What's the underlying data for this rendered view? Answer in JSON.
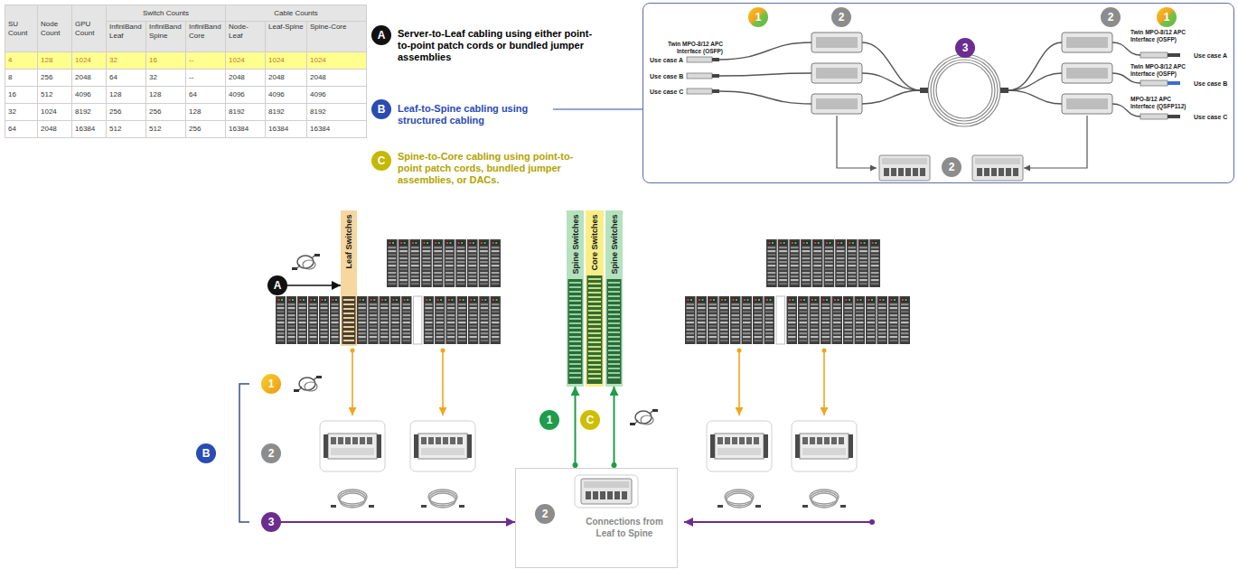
{
  "diagram": {
    "nodes": [
      {
        "text": [
          "A"
        ]
      },
      {
        "text": [
          "B"
        ]
      },
      {
        "text": [
          "C"
        ]
      },
      {
        "text": [
          "Twin MPO-8/12 APC Interface (OSFP)",
          "Use case A",
          "Use case B",
          "Use case C",
          "Twin MPO-8/12 APC Interface (OSFP)",
          "Use case A",
          "Twin MPO-8/12 APC Interface (OSFP)",
          "Use case B",
          "MPO-8/12 APC Interface (QSFP112)",
          "Use case C"
        ]
      },
      {
        "text": [
          "1"
        ],
        "in": 3
      },
      {
        "text": [
          "2"
        ],
        "in": 3
      },
      {
        "text": [
          "3"
        ],
        "in": 3
      },
      {
        "text": [
          "2"
        ],
        "in": 3
      },
      {
        "text": [
          "1"
        ],
        "in": 3
      },
      {
        "text": [
          "2"
        ],
        "in": 3
      },
      {
        "text": [
          "Leaf Switches"
        ]
      },
      {
        "text": [
          "Spine Switches"
        ]
      },
      {
        "text": [
          "Core Switches"
        ]
      },
      {
        "text": [
          "Spine Switches"
        ]
      },
      {
        "text": [
          "A"
        ]
      },
      {
        "text": [
          "B"
        ]
      },
      {
        "text": [
          "1"
        ]
      },
      {
        "text": [
          "2"
        ]
      },
      {
        "text": [
          "3"
        ]
      },
      {
        "text": [
          "1"
        ]
      },
      {
        "text": [
          "C"
        ]
      },
      {
        "text": [
          "Connections from Leaf to Spine"
        ]
      },
      {
        "text": [
          "2"
        ],
        "in": 21
      }
    ],
    "edges": [
      {
        "from": 14,
        "to": 10,
        "arrow": "to"
      },
      {
        "from": 18,
        "to": 21,
        "arrow": "to"
      },
      {
        "from": 21,
        "to": 11,
        "arrow": "to"
      },
      {
        "from": 21,
        "to": 13,
        "arrow": "to"
      }
    ],
    "labels": [
      "SU Count",
      "Node Count",
      "GPU Count",
      "Switch Counts",
      "Cable Counts",
      "InfiniBand Leaf",
      "InfiniBand Spine",
      "InfiniBand Core",
      "Node-Leaf",
      "Leaf-Spine",
      "Spine-Core",
      "4",
      "128",
      "1024",
      "32",
      "16",
      "--",
      "1024",
      "1024",
      "1024",
      "8",
      "256",
      "2048",
      "64",
      "32",
      "--",
      "2048",
      "2048",
      "2048",
      "16",
      "512",
      "4096",
      "128",
      "128",
      "64",
      "4096",
      "4096",
      "4096",
      "32",
      "1024",
      "8192",
      "256",
      "256",
      "128",
      "8192",
      "8192",
      "8192",
      "64",
      "2048",
      "16384",
      "512",
      "512",
      "256",
      "16384",
      "16384",
      "16384",
      "Server-to-Leaf cabling using either point-to-point patch cords or bundled jumper assemblies",
      "Leaf-to-Spine cabling using structured cabling",
      "Spine-to-Core cabling using point-to-point patch cords, bundled jumper assemblies, or DACs."
    ]
  }
}
